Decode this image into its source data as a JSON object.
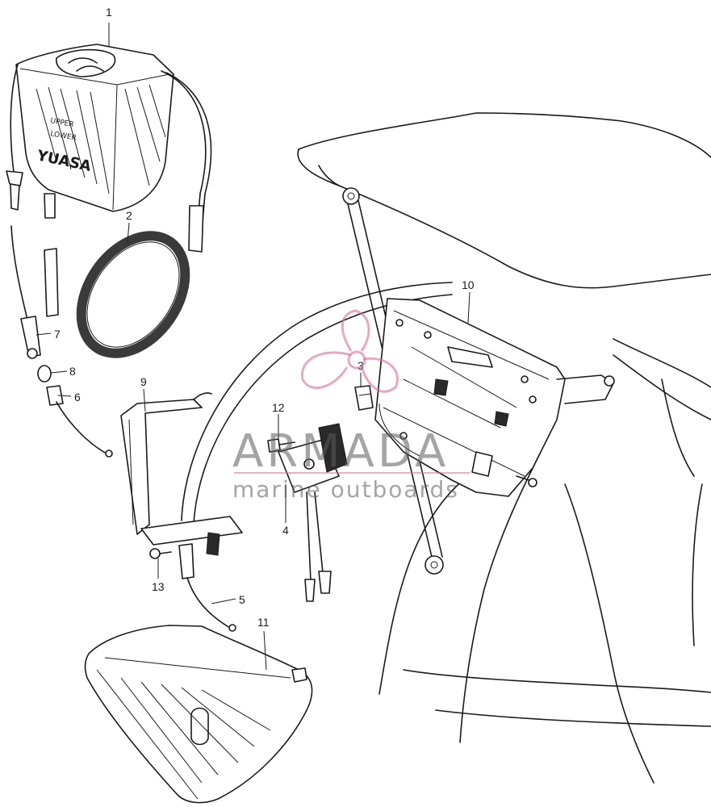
{
  "diagram": {
    "callouts": [
      {
        "id": "1",
        "label": "1"
      },
      {
        "id": "2",
        "label": "2"
      },
      {
        "id": "3",
        "label": "3"
      },
      {
        "id": "4",
        "label": "4"
      },
      {
        "id": "5",
        "label": "5"
      },
      {
        "id": "6",
        "label": "6"
      },
      {
        "id": "7",
        "label": "7"
      },
      {
        "id": "8",
        "label": "8"
      },
      {
        "id": "9",
        "label": "9"
      },
      {
        "id": "10",
        "label": "10"
      },
      {
        "id": "11",
        "label": "11"
      },
      {
        "id": "12",
        "label": "12"
      },
      {
        "id": "13",
        "label": "13"
      }
    ],
    "battery_marks": {
      "brand": "YUASA",
      "upper": "UPPER",
      "lower": "LOWER"
    }
  },
  "watermark": {
    "title": "ARMADA",
    "subtitle": "marine outboards"
  },
  "colors": {
    "line": "#1a1a1a",
    "watermark_logo": "#d4709a",
    "watermark_text": "#5a5a5a"
  }
}
